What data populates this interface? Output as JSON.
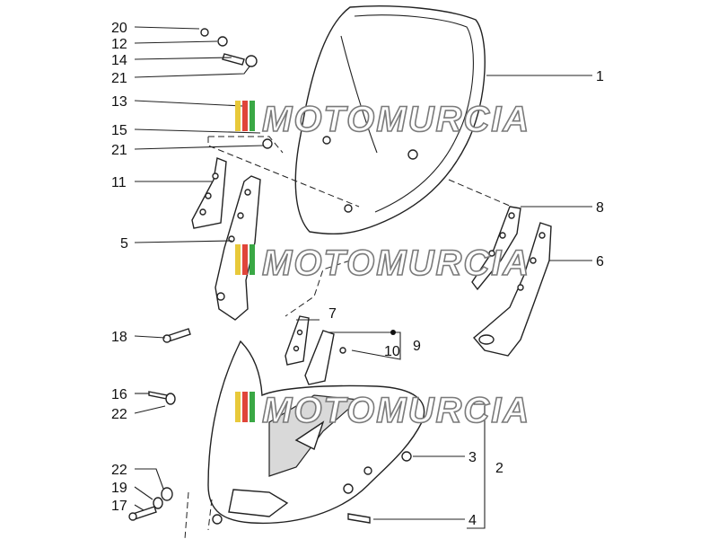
{
  "diagram": {
    "watermark": {
      "text": "MOTOMURCIA",
      "flag_colors": [
        "#e8c93a",
        "#e0453a",
        "#3aa845"
      ]
    },
    "callouts": {
      "c20": "20",
      "c12": "12",
      "c14": "14",
      "c21a": "21",
      "c13": "13",
      "c15": "15",
      "c21b": "21",
      "c11": "11",
      "c5": "5",
      "c18": "18",
      "c16": "16",
      "c22a": "22",
      "c22b": "22",
      "c19": "19",
      "c17": "17",
      "c1": "1",
      "c8": "8",
      "c6": "6",
      "c7": "7",
      "c10": "10",
      "c9": "9",
      "c3": "3",
      "c2": "2",
      "c4": "4"
    }
  }
}
